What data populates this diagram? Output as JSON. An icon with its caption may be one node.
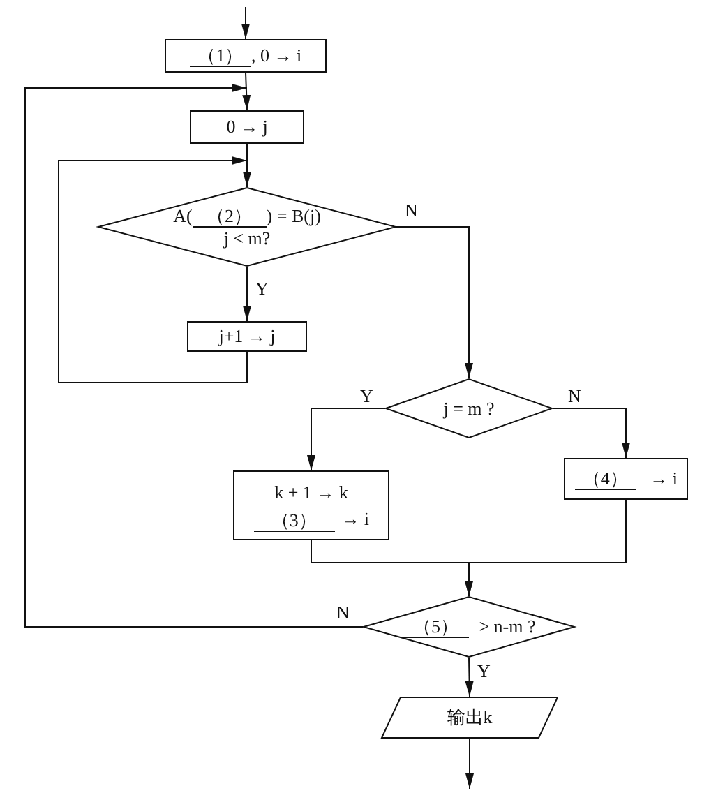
{
  "diagram": {
    "nodes": [
      {
        "text": [
          "（1）",
          ", 0 → i"
        ]
      },
      {
        "text": [
          "0 → j"
        ]
      },
      {
        "text": [
          "A(",
          "（2）",
          ") = B(j)",
          "j < m?"
        ]
      },
      {
        "text": [
          "j+1 → j"
        ]
      },
      {
        "text": [
          "j = m ?"
        ]
      },
      {
        "text": [
          "k + 1 → k",
          "（3）",
          "→ i"
        ]
      },
      {
        "text": [
          "（4）",
          "→ i"
        ]
      },
      {
        "text": [
          "（5）",
          "> n-m ?"
        ]
      },
      {
        "text": [
          "输出k"
        ]
      }
    ],
    "edges": [
      {
        "from": null,
        "to": 0,
        "arrow": "to"
      },
      {
        "from": 0,
        "to": 1,
        "arrow": "to"
      },
      {
        "from": 1,
        "to": 2,
        "arrow": "to"
      },
      {
        "from": 2,
        "to": 3,
        "arrow": "to",
        "label": "Y"
      },
      {
        "from": 3,
        "to": 2,
        "arrow": "to"
      },
      {
        "from": 2,
        "to": 4,
        "arrow": "to",
        "label": "N"
      },
      {
        "from": 4,
        "to": 5,
        "arrow": "to",
        "label": "Y"
      },
      {
        "from": 4,
        "to": 6,
        "arrow": "to",
        "label": "N"
      },
      {
        "from": 5,
        "to": 7,
        "arrow": "to"
      },
      {
        "from": 6,
        "to": 7,
        "arrow": "to"
      },
      {
        "from": 7,
        "to": 1,
        "arrow": "to",
        "label": "N"
      },
      {
        "from": 7,
        "to": 8,
        "arrow": "to",
        "label": "Y"
      },
      {
        "from": 8,
        "to": null,
        "arrow": "to"
      }
    ]
  }
}
